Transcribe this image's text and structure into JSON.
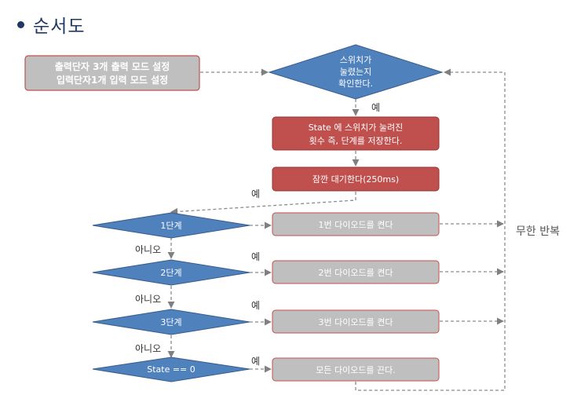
{
  "title": "순서도",
  "init_box": {
    "line1": "출력단자 3개 출력 모드 설정",
    "line2": "입력단자1개 입력 모드 설정"
  },
  "decision_main": {
    "line1": "스위치가",
    "line2": "눌렸는지",
    "line3": "확인한다."
  },
  "yes_label": "예",
  "no_label": "아니오",
  "state_box": {
    "line1": "State 에 스위치가 눌려진",
    "line2": "횟수  즉, 단계를 저장한다."
  },
  "wait_box": "잠깐 대기한다(250ms)",
  "conditions": [
    "1단계",
    "2단계",
    "3단계",
    "State == 0"
  ],
  "actions": [
    "1번 다이오드를 켠다",
    "2번 다이오드를 켠다",
    "3번 다이오드를 켠다",
    "모든 다이오드를 끈다."
  ],
  "loop_label": "무한 반복",
  "colors": {
    "blue": "#4f81bd",
    "red": "#c0504d",
    "gray": "#bfbfbf",
    "title": "#1f3864"
  }
}
